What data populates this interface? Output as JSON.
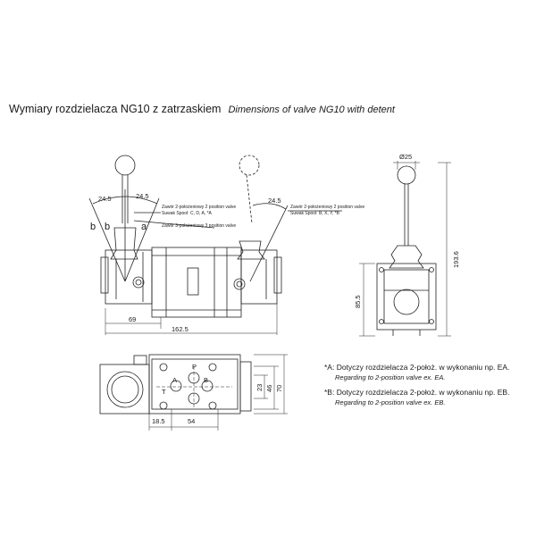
{
  "header": {
    "title_pl": "Wymiary rozdzielacza NG10 z zatrzaskiem",
    "title_en": "Dimensions of valve NG10 with detent"
  },
  "front_view": {
    "angle_left_1": "24.5",
    "angle_left_2": "24.5",
    "angle_right": "24.5",
    "label_b1": "b",
    "label_b2": "b",
    "label_a": "a",
    "spool_2pos_left_l1": "Zawór 2-położeniowy 2 position valve",
    "spool_2pos_left_l2": "Suwak Spool: C, D, A, *A",
    "spool_2pos_right_l1": "Zawór 2-położeniowy 2 position valve",
    "spool_2pos_right_l2": "Suwak Spool: B, X, Y, *B",
    "spool_3pos": "Zawór 3-położeniowy 3 position valve",
    "dim_69": "69",
    "dim_162_5": "162.5"
  },
  "side_view": {
    "dia": "Ø25",
    "dim_193_6": "193.6",
    "dim_85_5": "85.5"
  },
  "bottom_view": {
    "port_P": "P",
    "port_A": "A",
    "port_B": "B",
    "port_T": "T",
    "dim_23": "23",
    "dim_46": "46",
    "dim_70": "70",
    "dim_18_5": "18.5",
    "dim_54": "54"
  },
  "notes": [
    {
      "main": "*A: Dotyczy rozdzielacza 2-położ. w wykonaniu np. EA.",
      "sub": "Regarding to 2-position valve ex. EA."
    },
    {
      "main": "*B: Dotyczy rozdzielacza 2-położ. w wykonaniu np. EB.",
      "sub": "Regarding to 2-position valve ex. EB."
    }
  ]
}
